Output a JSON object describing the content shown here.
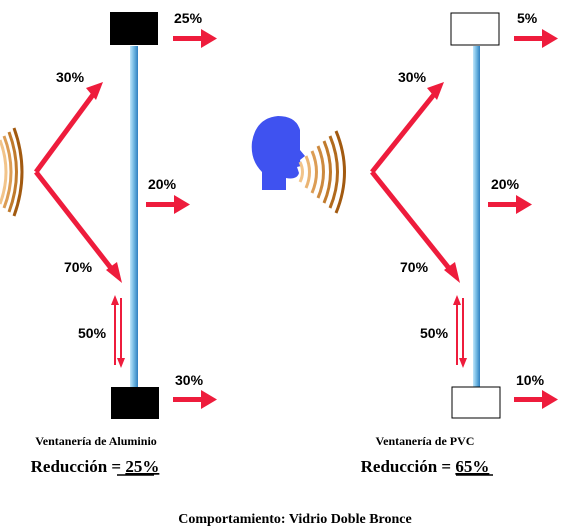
{
  "colors": {
    "arrow": "#ee1c3c",
    "glass_light": "#bfe6fb",
    "glass_mid": "#6fb7e2",
    "glass_dark": "#2f7fc0",
    "frame_aluminium": "#000000",
    "frame_pvc": "#ffffff",
    "head": "#3f52f0",
    "wave_dark": "#a25a10",
    "wave_light": "#f2c48a"
  },
  "icons": {
    "head": "speaking-head-icon",
    "sound": "sound-wave-icon"
  },
  "left_panel": {
    "top_pct": "25%",
    "incident_pct": "30%",
    "middle_pct": "20%",
    "reflected_pct": "70%",
    "internal_pct": "50%",
    "bottom_pct": "30%",
    "caption": "Ventanería de Aluminio",
    "reduction_label": "Reducción = ",
    "reduction_value": "25%"
  },
  "right_panel": {
    "top_pct": "5%",
    "incident_pct": "30%",
    "middle_pct": "20%",
    "reflected_pct": "70%",
    "internal_pct": "50%",
    "bottom_pct": "10%",
    "caption": "Ventanería de PVC",
    "reduction_label": "Reducción = ",
    "reduction_value": "65%"
  },
  "footer": "Comportamiento: Vidrio Doble Bronce"
}
